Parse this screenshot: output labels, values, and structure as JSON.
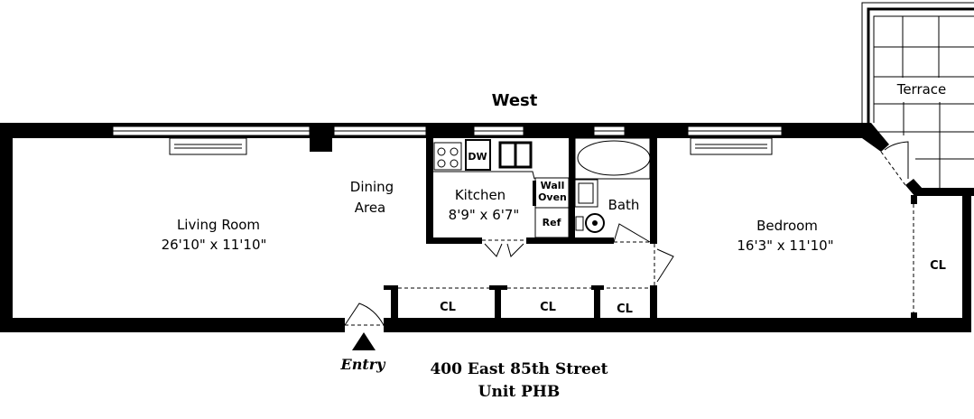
{
  "orientation_label": "West",
  "rooms": {
    "living_room": {
      "name": "Living Room",
      "size": "26'10\" x 11'10\""
    },
    "dining_area": {
      "name_line1": "Dining",
      "name_line2": "Area"
    },
    "kitchen": {
      "name": "Kitchen",
      "size": "8'9\" x 6'7\""
    },
    "bath": {
      "name": "Bath"
    },
    "bedroom": {
      "name": "Bedroom",
      "size": "16'3\" x 11'10\""
    },
    "terrace": {
      "name": "Terrace"
    }
  },
  "fixtures": {
    "dishwasher": "DW",
    "wall_oven_line1": "Wall",
    "wall_oven_line2": "Oven",
    "refrigerator": "Ref"
  },
  "closets": [
    "CL",
    "CL",
    "CL",
    "CL"
  ],
  "entry_label": "Entry",
  "address": {
    "line1": "400 East 85th Street",
    "line2": "Unit PHB"
  }
}
